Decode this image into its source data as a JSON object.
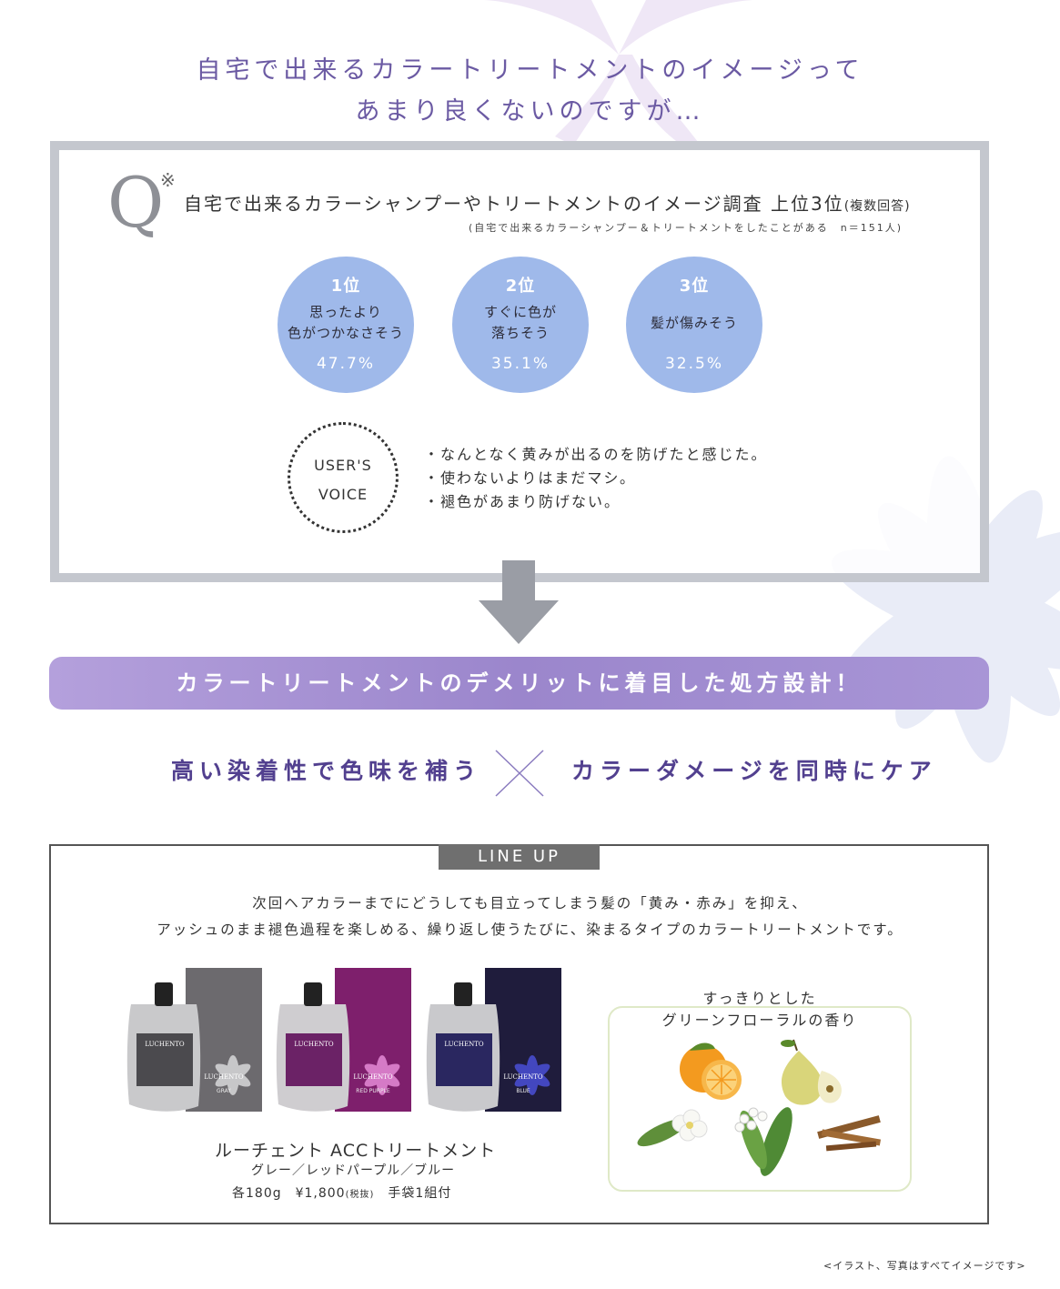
{
  "header": {
    "line1": "自宅で出来るカラートリートメントのイメージって",
    "line2": "あまり良くないのですが…"
  },
  "survey": {
    "q_letter": "Q",
    "q_mark": "※",
    "title": "自宅で出来るカラーシャンプーやトリートメントのイメージ調査 上位3位",
    "title_suffix": "(複数回答)",
    "note": "(自宅で出来るカラーシャンプー＆トリートメントをしたことがある　n＝151人)",
    "ranks": [
      {
        "place": "1位",
        "line1": "思ったより",
        "line2": "色がつかなさそう",
        "pct": "47.7%"
      },
      {
        "place": "2位",
        "line1": "すぐに色が",
        "line2": "落ちそう",
        "pct": "35.1%"
      },
      {
        "place": "3位",
        "line1": "髪が傷みそう",
        "pct": "32.5%"
      }
    ]
  },
  "voice": {
    "label1": "USER'S",
    "label2": "VOICE",
    "items": [
      "・なんとなく黄みが出るのを防げたと感じた。",
      "・使わないよりはまだマシ。",
      "・褪色があまり防げない。"
    ]
  },
  "banner": "カラートリートメントのデメリットに着目した処方設計！",
  "features": {
    "left": "高い染着性で色味を補う",
    "right": "カラーダメージを同時にケア"
  },
  "lineup": {
    "tag": "LINE UP",
    "desc1": "次回ヘアカラーまでにどうしても目立ってしまう髪の「黄み・赤み」を抑え、",
    "desc2": "アッシュのまま褪色過程を楽しめる、繰り返し使うたびに、染まるタイプのカラートリートメントです。",
    "products": [
      {
        "brand": "LUCHENTO",
        "color": "GRAY",
        "pouch": "#c9c9cb",
        "box": "#6c6a6e",
        "label": "#4b4a4e",
        "accent": "#d8d8da"
      },
      {
        "brand": "LUCHENTO",
        "color": "RED PURPLE",
        "pouch": "#cfcdd0",
        "box": "#7e1f6c",
        "label": "#6b2266",
        "accent": "#e58ad6"
      },
      {
        "brand": "LUCHENTO",
        "color": "BLUE",
        "pouch": "#c9c9cc",
        "box": "#1f1c3c",
        "label": "#2a2760",
        "accent": "#4a4fd6"
      }
    ],
    "product_name": "ルーチェント ACCトリートメント",
    "product_colors": "グレー／レッドパープル／ブルー",
    "price_main": "各180g　¥1,800",
    "price_tax": "(税抜)",
    "price_extra": "手袋1組付",
    "scent_line1": "すっきりとした",
    "scent_line2": "グリーンフローラルの香り"
  },
  "footnote": "<イラスト、写真はすべてイメージです>"
}
